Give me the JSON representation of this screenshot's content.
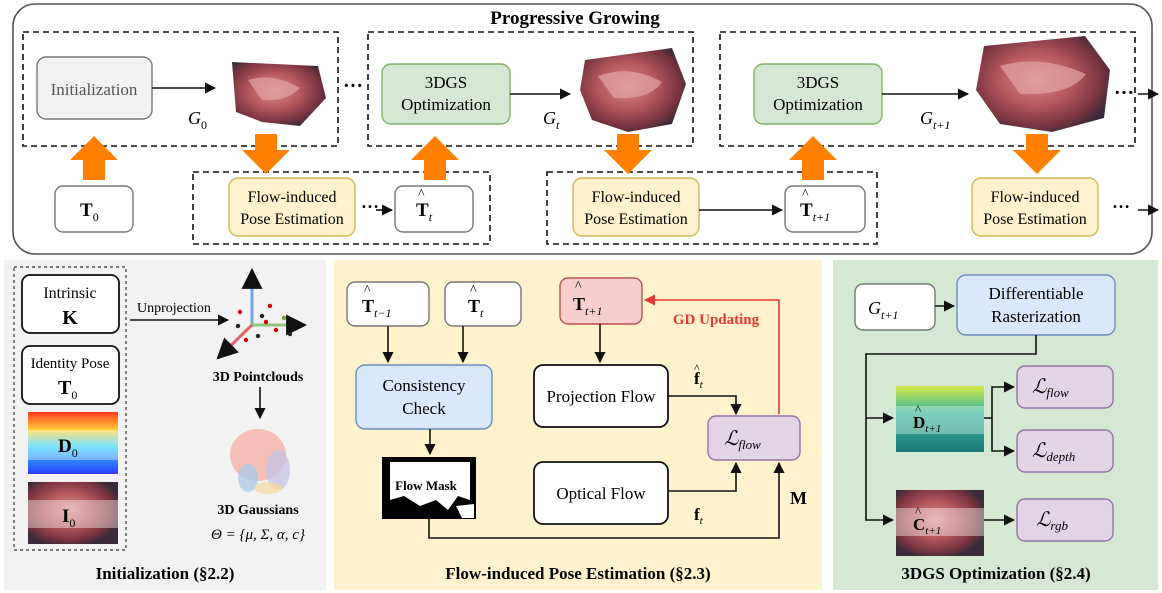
{
  "colors": {
    "orange_arrow": "#ff8000",
    "grey_box_fill": "#f2f2f2",
    "green_box_fill": "#d5e8d4",
    "green_box_stroke": "#82b366",
    "yellow_box_fill": "#fff2cc",
    "yellow_box_stroke": "#d6b656",
    "blue_box_fill": "#dae8fc",
    "blue_box_stroke": "#6c8ebf",
    "red_box_fill": "#f8cecc",
    "red_box_stroke": "#b85450",
    "purple_box_fill": "#e1d5e7",
    "purple_box_stroke": "#9673a6",
    "panel_initialization": "#f2f2f2",
    "panel_flow": "#fff2cc",
    "panel_3dgs": "#d5e8d4",
    "gd_updating": "#e53935"
  },
  "top": {
    "title": "Progressive Growing",
    "initialization": "Initialization",
    "optimization_line1": "3DGS",
    "optimization_line2": "Optimization",
    "pose_est_line1": "Flow-induced",
    "pose_est_line2": "Pose Estimation",
    "g_main": "G",
    "g0_sub": "0",
    "gt_sub": "t",
    "gt1_sub": "t+1",
    "t_main": "T",
    "t0_sub": "0",
    "tt_sub": "t",
    "tt1_sub": "t+1",
    "ellipsis": "…",
    "dots": "···"
  },
  "init_panel": {
    "title": "Initialization (§2.2)",
    "intrinsic_label": "Intrinsic",
    "intrinsic_symbol": "K",
    "identity_label": "Identity Pose",
    "identity_symbol": "T",
    "identity_sub": "0",
    "depth_symbol": "D",
    "depth_sub": "0",
    "image_symbol": "I",
    "image_sub": "0",
    "unprojection": "Unprojection",
    "pointclouds": "3D Pointclouds",
    "gaussians": "3D Gaussians",
    "theta": "Θ = {μ, Σ, α, c}"
  },
  "flow_panel": {
    "title": "Flow-induced Pose Estimation (§2.3)",
    "t_prev_sub": "t−1",
    "t_cur_sub": "t",
    "t_next_sub": "t+1",
    "consistency_line1": "Consistency",
    "consistency_line2": "Check",
    "gd_updating": "GD Updating",
    "projection_flow": "Projection Flow",
    "optical_flow": "Optical Flow",
    "flow_mask": "Flow Mask",
    "f_hat": "f",
    "f_hat_sub": "t",
    "f": "f",
    "f_sub": "t",
    "loss_main": "ℒ",
    "loss_flow_sub": "flow",
    "mask_symbol": "M"
  },
  "dgs_panel": {
    "title": "3DGS Optimization (§2.4)",
    "g_main": "G",
    "g_sub": "t+1",
    "rasterization_line1": "Differentiable",
    "rasterization_line2": "Rasterization",
    "d_symbol": "D",
    "d_sub": "t+1",
    "c_symbol": "C",
    "c_sub": "t+1",
    "loss_main": "ℒ",
    "loss_flow_sub": "flow",
    "loss_depth_sub": "depth",
    "loss_rgb_sub": "rgb"
  }
}
